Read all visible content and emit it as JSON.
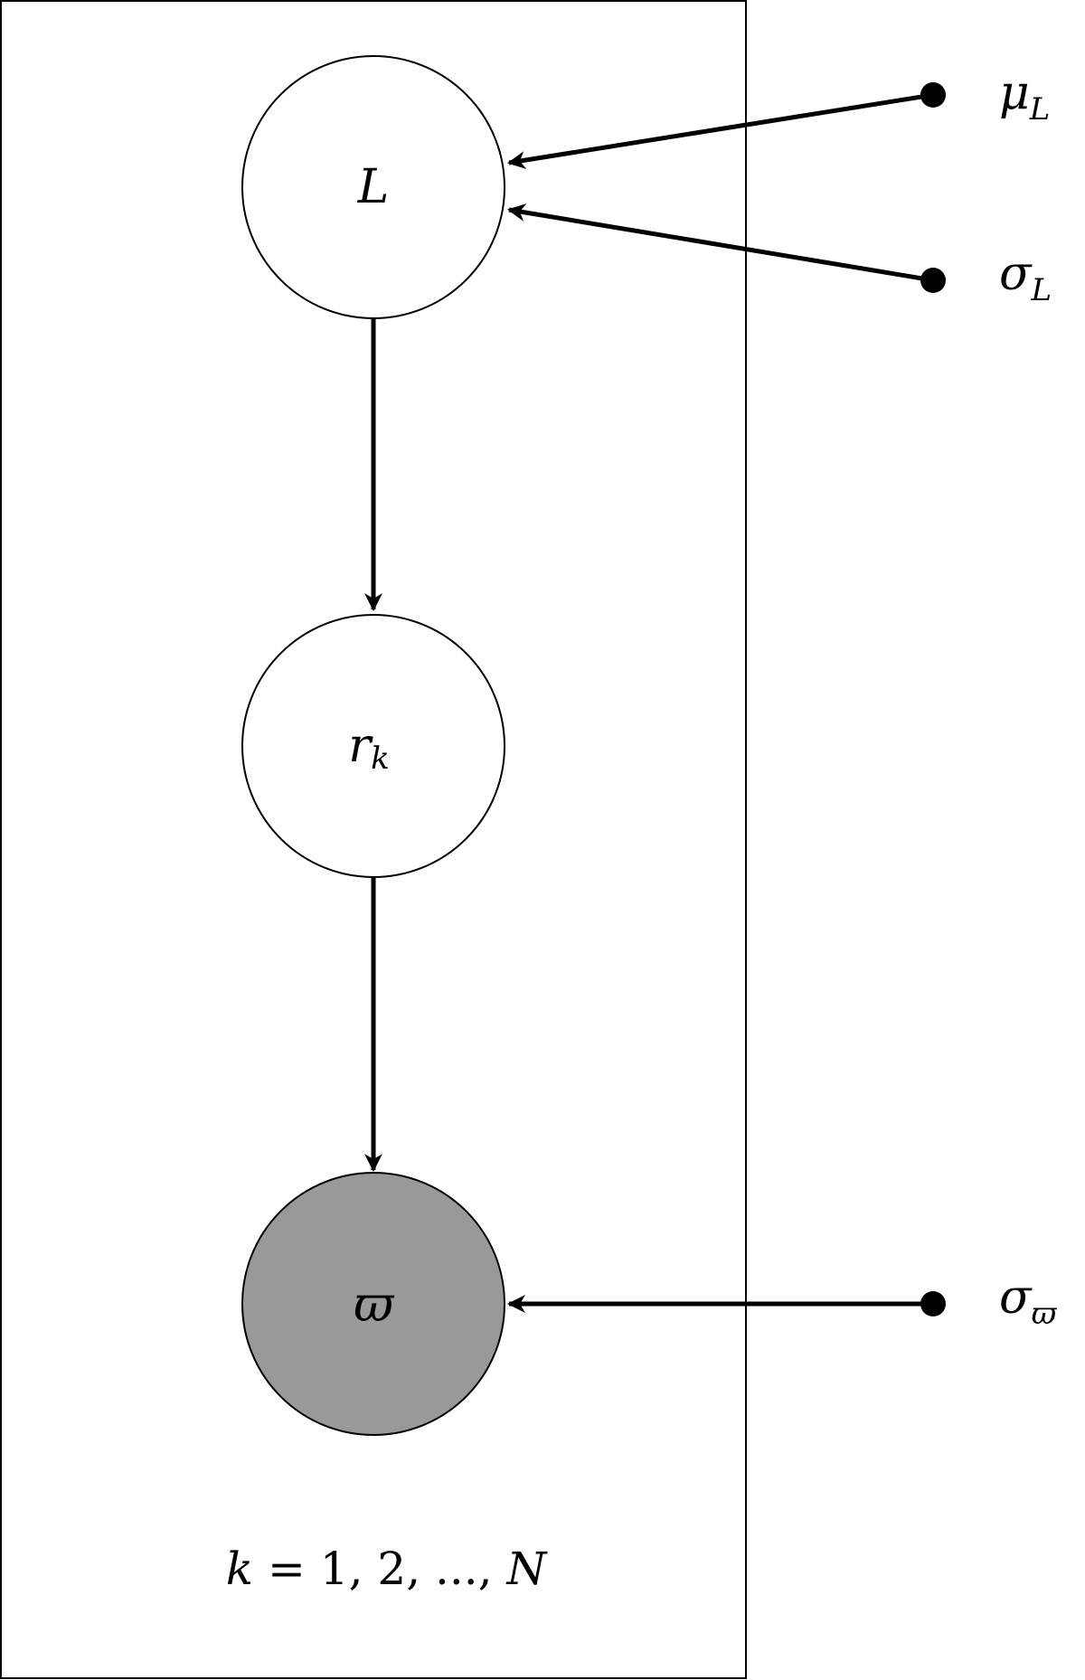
{
  "nodes": {
    "latent_L": {
      "label": "L",
      "observed": false
    },
    "latent_r": {
      "label": "r",
      "sub": "k",
      "observed": false
    },
    "observed_varpi": {
      "label": "ϖ",
      "observed": true
    }
  },
  "hyperparameters": {
    "mu_L": {
      "label": "μ",
      "sub": "L"
    },
    "sigma_L": {
      "label": "σ",
      "sub": "L"
    },
    "sigma_varpi": {
      "label": "σ",
      "sub": "ϖ"
    }
  },
  "plate": {
    "var": "k",
    "eq": " = ",
    "range": "1, 2, ..., ",
    "end": "N"
  },
  "colors": {
    "stroke": "#000000",
    "latent_fill": "#ffffff",
    "observed_fill": "#999999",
    "background": "#ffffff"
  }
}
